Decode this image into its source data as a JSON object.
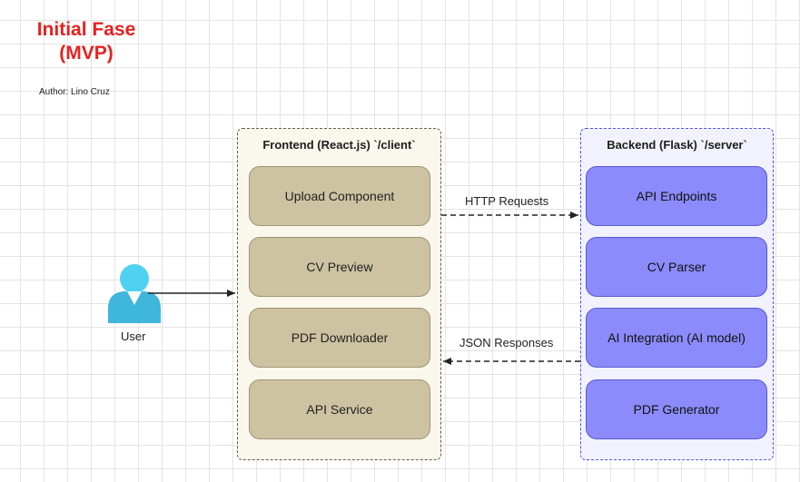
{
  "title": {
    "line1": "Initial Fase",
    "line2": "(MVP)"
  },
  "author": "Author: Lino Cruz",
  "frontend": {
    "title": "Frontend (React.js) `/client`",
    "components": [
      "Upload Component",
      "CV Preview",
      "PDF Downloader",
      "API Service"
    ]
  },
  "backend": {
    "title": "Backend (Flask) `/server`",
    "components": [
      "API Endpoints",
      "CV Parser",
      "AI Integration  (AI model)",
      "PDF Generator"
    ]
  },
  "edges": {
    "requests": "HTTP Requests",
    "responses": "JSON Responses"
  },
  "user": {
    "label": "User",
    "icon": "user-icon"
  },
  "colors": {
    "title": "#e52121",
    "frontend_box": "#cdc3a2",
    "frontend_bg": "#faf7ec",
    "backend_box": "#8b8bfb",
    "backend_bg": "#f2f2fe",
    "user_icon": "#4fd2f2"
  }
}
